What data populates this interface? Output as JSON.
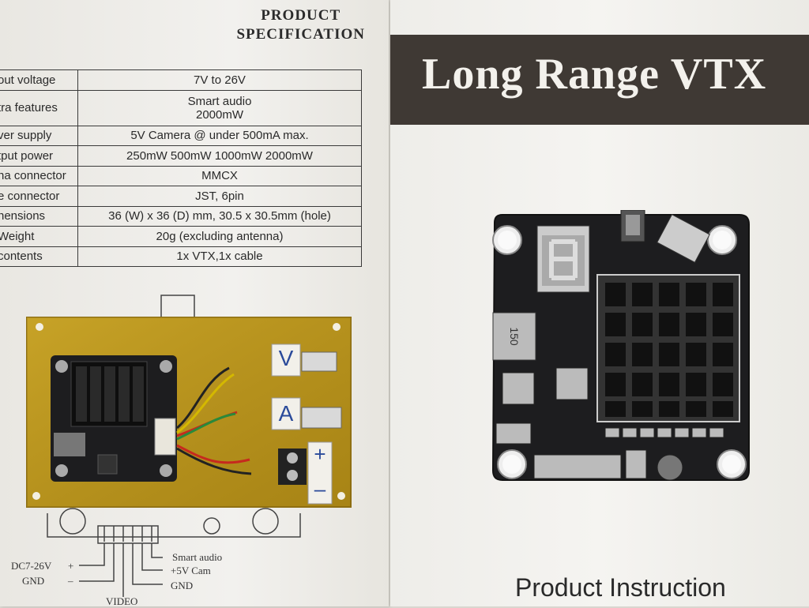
{
  "spec_sheet": {
    "header_line1": "PRODUCT",
    "header_line2": "SPECIFICATION",
    "rows": [
      {
        "key": "out voltage",
        "value": "7V to 26V"
      },
      {
        "key": "tra features",
        "value": "Smart audio",
        "value2": "2000mW"
      },
      {
        "key": "ver supply",
        "value": "5V Camera @ under  500mA max."
      },
      {
        "key": "tput power",
        "value": "250mW 500mW  1000mW 2000mW"
      },
      {
        "key": "na connector",
        "value": "MMCX"
      },
      {
        "key": "e connector",
        "value": "JST, 6pin"
      },
      {
        "key": "nensions",
        "value": "36 (W) x 36 (D) mm, 30.5 x 30.5mm (hole)"
      },
      {
        "key": "Weight",
        "value": "20g (excluding antenna)"
      },
      {
        "key": "contents",
        "value": "1x VTX,1x cable"
      }
    ]
  },
  "wiring_diagram": {
    "smart_audio": "Smart audio",
    "cam": "+5V  Cam",
    "gnd_right": "GND",
    "dc_label": "DC7-26V",
    "plus": "+",
    "gnd_left": "GND",
    "minus": "–",
    "video": "VIDEO"
  },
  "manual": {
    "title": "Long Range VTX",
    "footer": "Product Instruction"
  },
  "board_labels": {
    "v": "V",
    "a": "A",
    "plus": "+",
    "minus": "–"
  },
  "colors": {
    "banner": "#3f3934",
    "pcb": "#b8931a",
    "vtx_board": "#1d1d1f"
  }
}
